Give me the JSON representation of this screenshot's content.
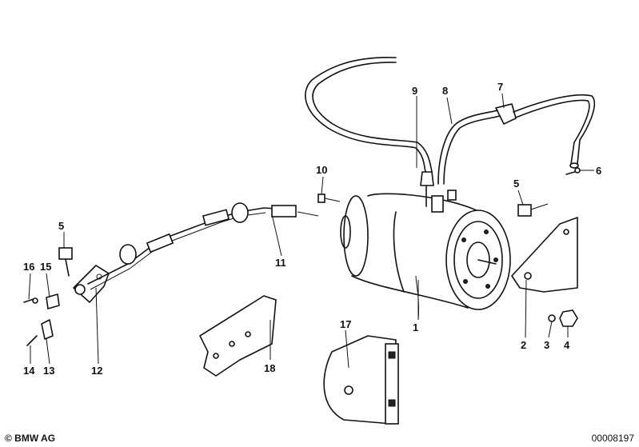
{
  "callouts": [
    "1",
    "2",
    "3",
    "4",
    "5",
    "5",
    "6",
    "7",
    "8",
    "9",
    "10",
    "11",
    "12",
    "13",
    "14",
    "15",
    "16",
    "17",
    "18"
  ],
  "footer": {
    "copyright": "© BMW AG",
    "doc_number": "00008197"
  }
}
